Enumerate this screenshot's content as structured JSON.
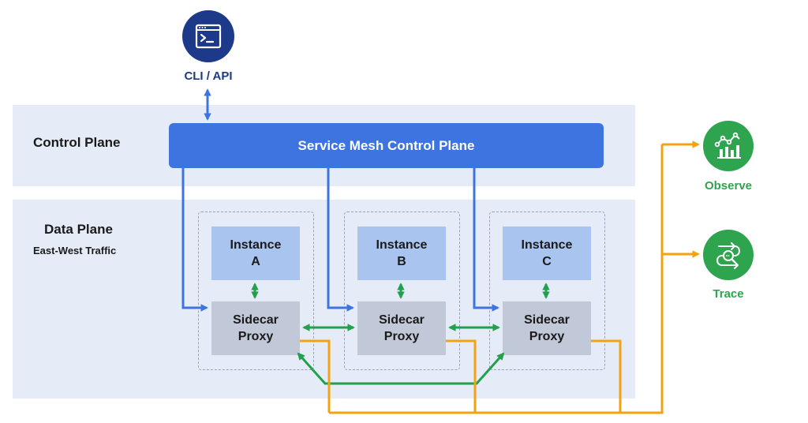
{
  "colors": {
    "band": "#e6ecf7",
    "control_bar": "#3d74e0",
    "instance": "#a9c5ef",
    "sidecar": "#c1c9d9",
    "blue_arrow": "#3d74e0",
    "green_arrow": "#22a04b",
    "orange_line": "#f2a312",
    "icon_navy": "#1d3a8a",
    "icon_green": "#2ea44f",
    "label_green": "#2ea44f"
  },
  "cli": {
    "label": "CLI / API",
    "icon": "terminal-window-icon"
  },
  "control_plane": {
    "title": "Control Plane",
    "bar_label": "Service Mesh Control Plane"
  },
  "data_plane": {
    "title": "Data Plane",
    "subtitle": "East-West Traffic",
    "pods": [
      {
        "instance_line1": "Instance",
        "instance_line2": "A",
        "sidecar_line1": "Sidecar",
        "sidecar_line2": "Proxy"
      },
      {
        "instance_line1": "Instance",
        "instance_line2": "B",
        "sidecar_line1": "Sidecar",
        "sidecar_line2": "Proxy"
      },
      {
        "instance_line1": "Instance",
        "instance_line2": "C",
        "sidecar_line1": "Sidecar",
        "sidecar_line2": "Proxy"
      }
    ]
  },
  "external": {
    "observe": {
      "label": "Observe",
      "icon": "analytics-chart-icon"
    },
    "trace": {
      "label": "Trace",
      "icon": "trace-search-icon"
    }
  }
}
